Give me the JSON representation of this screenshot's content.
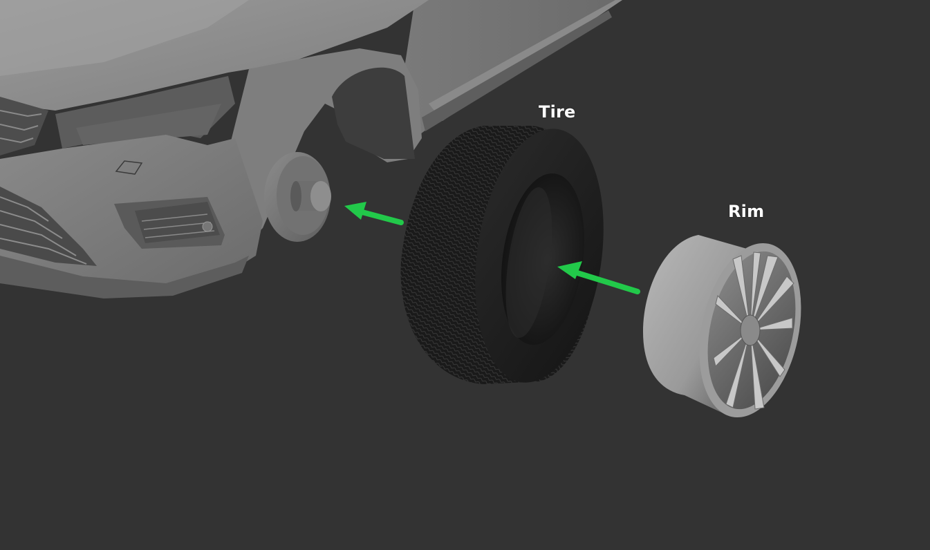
{
  "diagram": {
    "type": "exploded-assembly",
    "background": "#333333",
    "accent_arrow_color": "#22c94a",
    "labels": {
      "tire": "Tire",
      "rim": "Rim"
    },
    "components": [
      {
        "id": "car-body",
        "name": "Car front body (hub exposed)"
      },
      {
        "id": "wheel-hub",
        "name": "Wheel hub"
      },
      {
        "id": "tire",
        "name": "Tire",
        "label": "Tire"
      },
      {
        "id": "rim",
        "name": "Rim",
        "label": "Rim"
      }
    ],
    "arrows": [
      {
        "from": "tire",
        "to": "wheel-hub",
        "direction": "left"
      },
      {
        "from": "rim",
        "to": "tire",
        "direction": "left"
      }
    ]
  }
}
